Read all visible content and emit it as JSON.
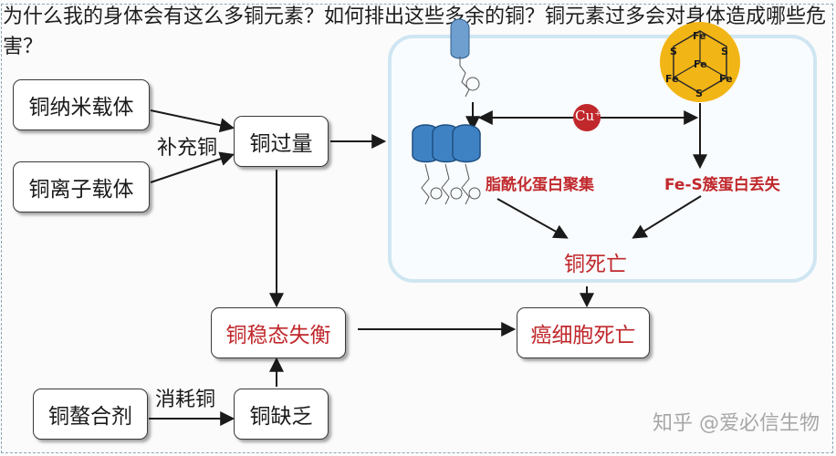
{
  "headline": "为什么我的身体会有这么多铜元素？如何排出这些多余的铜？铜元素过多会对身体造成哪些危害？",
  "diagram": {
    "nodes": {
      "copper_carrier_a": "铜纳米载体",
      "copper_carrier_b": "铜离子载体",
      "copper_excess": "铜过量",
      "copper_homeostasis": "铜稳态失衡",
      "copper_chelator": "铜螯合剂",
      "copper_deficiency": "铜缺乏",
      "cancer_cell_death": "癌细胞死亡"
    },
    "edge_labels": {
      "supplement": "补充铜",
      "consume": "消耗铜"
    },
    "cell": {
      "cu_ion": "Cu⁺",
      "fe": "Fe",
      "s": "S",
      "lipoylated_aggregation": "脂酰化蛋白聚集",
      "fes_loss": "Fe-S簇蛋白丢失",
      "cuproptosis": "铜死亡"
    },
    "colors": {
      "accent_red": "#c0282c",
      "protein_blue": "#3f82c4",
      "cluster_yellow": "#f2b516",
      "cell_border": "#cfe6f2"
    }
  },
  "watermark": "知乎 @爱必信生物"
}
